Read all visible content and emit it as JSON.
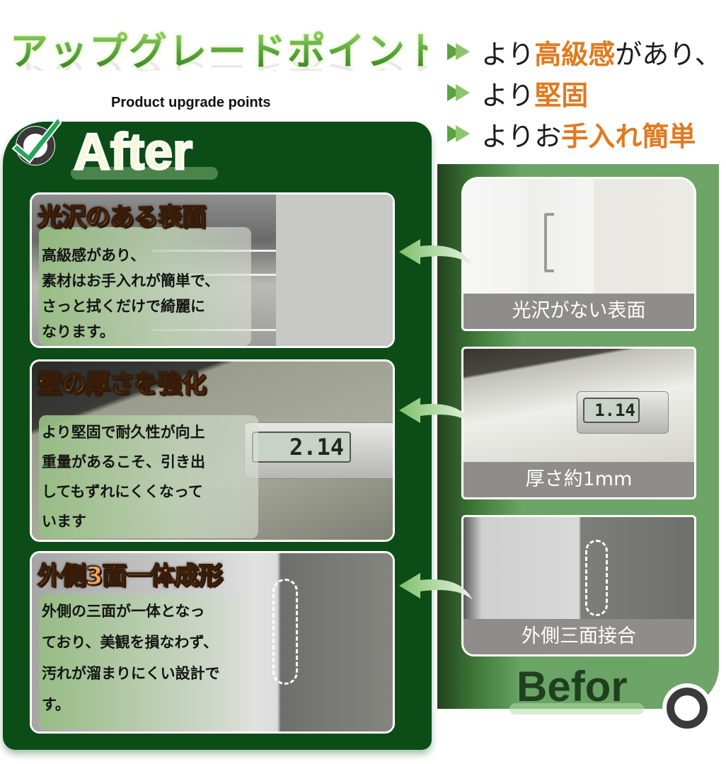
{
  "header": {
    "title": "アップグレードポイント",
    "subtitle": "Product upgrade points",
    "bullets": [
      {
        "prefix": "より",
        "highlight": "高級感",
        "suffix": "があり、"
      },
      {
        "prefix": "より",
        "highlight": "堅固",
        "suffix": ""
      },
      {
        "prefix": "よりお",
        "highlight": "手入れ簡単",
        "suffix": ""
      }
    ]
  },
  "colors": {
    "after_panel": "#0c4d17",
    "before_panel": "#6ea468",
    "highlight_orange": "#e07a1f",
    "title_green": "#3f8a2a"
  },
  "after": {
    "label": "After",
    "badge_icon": "checkmark-circle-icon",
    "cards": [
      {
        "title": "光沢のある表面",
        "lines": [
          "高級感があり、",
          "素材はお手入れが簡単で、",
          "さっと拭くだけで綺麗に",
          "なります。"
        ]
      },
      {
        "title": "壁の厚さを強化",
        "lines": [
          "より堅固で耐久性が向上",
          "重量があるこそ、引き出",
          "してもずれにくくなって",
          "います"
        ],
        "caliper_reading": "2.14"
      },
      {
        "title": "外側3面一体成形",
        "lines": [
          "外側の三面が一体となっ",
          "ており、美観を損なわず、",
          "汚れが溜まりにくい設計で",
          "す。"
        ]
      }
    ]
  },
  "before": {
    "label": "Befor",
    "badge_icon": "ring-icon",
    "cards": [
      {
        "label": "光沢がない表面"
      },
      {
        "label": "厚さ約1mm",
        "caliper_reading": "1.14"
      },
      {
        "label": "外側三面接合"
      }
    ]
  }
}
